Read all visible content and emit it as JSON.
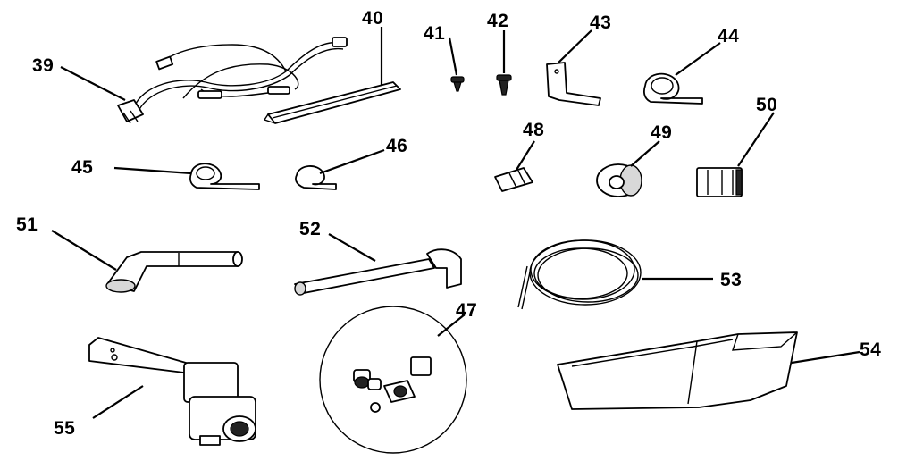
{
  "parts": [
    {
      "number": "39",
      "icon": "wire-harness-icon"
    },
    {
      "number": "40",
      "icon": "channel-strip-icon"
    },
    {
      "number": "41",
      "icon": "screw-icon"
    },
    {
      "number": "42",
      "icon": "rivet-icon"
    },
    {
      "number": "43",
      "icon": "bracket-icon"
    },
    {
      "number": "44",
      "icon": "tube-clamp-icon"
    },
    {
      "number": "45",
      "icon": "clamp-icon"
    },
    {
      "number": "46",
      "icon": "clip-icon"
    },
    {
      "number": "48",
      "icon": "connector-icon"
    },
    {
      "number": "49",
      "icon": "grommet-icon"
    },
    {
      "number": "50",
      "icon": "latch-icon"
    },
    {
      "number": "51",
      "icon": "fill-tube-icon"
    },
    {
      "number": "52",
      "icon": "water-tube-icon"
    },
    {
      "number": "53",
      "icon": "coiled-tubing-icon"
    },
    {
      "number": "47",
      "icon": "fittings-kit-icon"
    },
    {
      "number": "54",
      "icon": "ice-bin-icon"
    },
    {
      "number": "55",
      "icon": "water-valve-icon"
    }
  ]
}
